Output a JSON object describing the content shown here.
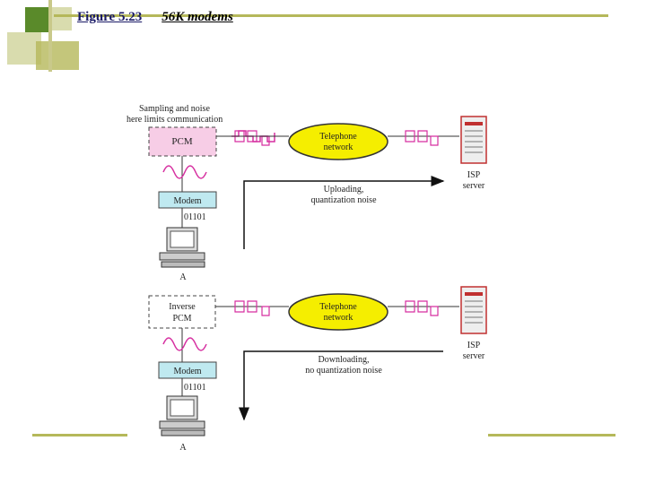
{
  "title": {
    "figure_number": "Figure 5.23",
    "figure_name": "56K modems"
  },
  "colors": {
    "accent_olive": "#b5b85a",
    "accent_green": "#5a8a2a",
    "pcm_pink": "#f7cde6",
    "network_yellow": "#f5ee00",
    "modem_cyan": "#bfe9f0",
    "signal_pink": "#d62fa0"
  },
  "upload": {
    "note_line1": "Sampling and noise",
    "note_line2": "here limits communication",
    "pcm_label": "PCM",
    "network_line1": "Telephone",
    "network_line2": "network",
    "modem_label": "Modem",
    "bits": "01101",
    "computer_label": "A",
    "isp_line1": "ISP",
    "isp_line2": "server",
    "caption_line1": "Uploading,",
    "caption_line2": "quantization noise"
  },
  "download": {
    "pcm_line1": "Inverse",
    "pcm_line2": "PCM",
    "network_line1": "Telephone",
    "network_line2": "network",
    "modem_label": "Modem",
    "bits": "01101",
    "computer_label": "A",
    "isp_line1": "ISP",
    "isp_line2": "server",
    "caption_line1": "Downloading,",
    "caption_line2": "no quantization noise"
  }
}
